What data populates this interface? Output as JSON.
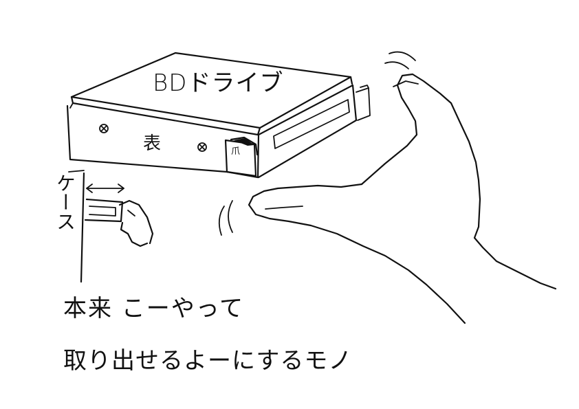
{
  "drive": {
    "title": "BDドライブ",
    "front_label": "表",
    "nail_label": "爪"
  },
  "case": {
    "label": "ケース"
  },
  "note": {
    "line1": "本来 こーやって",
    "line2": "取り出せるよーにするモノ"
  },
  "style": {
    "ink_color": "#111111",
    "paper_color": "#ffffff"
  }
}
